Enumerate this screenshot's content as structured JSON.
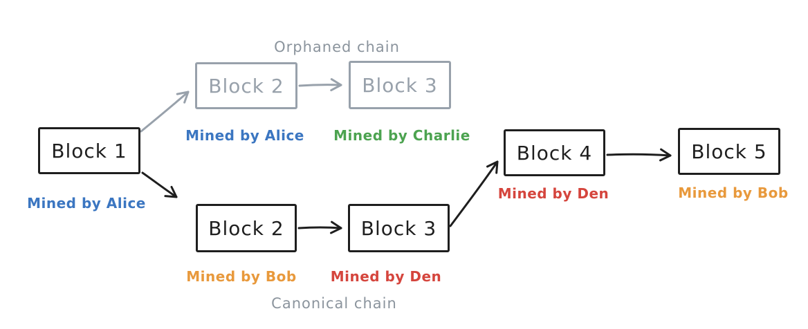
{
  "diagram": {
    "type": "blockchain-fork-diagram",
    "chain_labels": {
      "orphaned": "Orphaned chain",
      "canonical": "Canonical chain"
    },
    "blocks": [
      {
        "id": "block-1",
        "label": "Block 1",
        "caption": "Mined by Alice",
        "caption_color": "#3b76c1",
        "chain": "shared"
      },
      {
        "id": "block-2-orphaned",
        "label": "Block 2",
        "caption": "Mined by Alice",
        "caption_color": "#3b76c1",
        "chain": "orphaned"
      },
      {
        "id": "block-3-orphaned",
        "label": "Block 3",
        "caption": "Mined by Charlie",
        "caption_color": "#4ca350",
        "chain": "orphaned"
      },
      {
        "id": "block-2-canonical",
        "label": "Block 2",
        "caption": "Mined by Bob",
        "caption_color": "#e8993c",
        "chain": "canonical"
      },
      {
        "id": "block-3-canonical",
        "label": "Block 3",
        "caption": "Mined by Den",
        "caption_color": "#d5453d",
        "chain": "canonical"
      },
      {
        "id": "block-4",
        "label": "Block 4",
        "caption": "Mined by Den",
        "caption_color": "#d5453d",
        "chain": "canonical"
      },
      {
        "id": "block-5",
        "label": "Block 5",
        "caption": "Mined by Bob",
        "caption_color": "#e8993c",
        "chain": "canonical"
      }
    ],
    "edges": [
      {
        "from": "block-1",
        "to": "block-2-orphaned",
        "style": "orphaned"
      },
      {
        "from": "block-2-orphaned",
        "to": "block-3-orphaned",
        "style": "orphaned"
      },
      {
        "from": "block-1",
        "to": "block-2-canonical",
        "style": "canonical"
      },
      {
        "from": "block-2-canonical",
        "to": "block-3-canonical",
        "style": "canonical"
      },
      {
        "from": "block-3-canonical",
        "to": "block-4",
        "style": "canonical"
      },
      {
        "from": "block-4",
        "to": "block-5",
        "style": "canonical"
      }
    ],
    "colors": {
      "ink": "#1e1e1e",
      "muted_gray": "#98a1ab",
      "label_gray": "#8b949d",
      "blue": "#3b76c1",
      "green": "#4ca350",
      "orange": "#e8993c",
      "red": "#d5453d",
      "background": "#ffffff"
    }
  }
}
